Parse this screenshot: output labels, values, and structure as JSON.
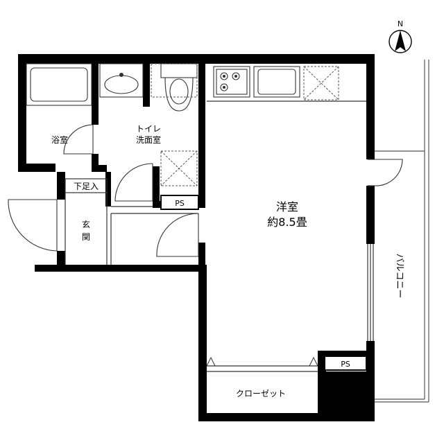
{
  "rooms": {
    "bath": "浴室",
    "toilet_line1": "トイレ",
    "toilet_line2": "洗面室",
    "shoe": "下足入",
    "entrance_line1": "玄",
    "entrance_line2": "関",
    "western_line1": "洋室",
    "western_line2": "約8.5畳",
    "closet": "クローゼット",
    "ps_1": "PS",
    "ps_2": "PS",
    "balcony": "バルコニー",
    "north": "N"
  },
  "icons": {
    "compass": "north-arrow-icon",
    "bathtub": "bathtub-icon",
    "sink": "sink-icon",
    "toilet": "toilet-icon",
    "washer": "washing-machine-space-icon",
    "stove": "stove-icon",
    "kitchen_sink": "kitchen-sink-icon",
    "fridge": "refrigerator-space-icon"
  }
}
